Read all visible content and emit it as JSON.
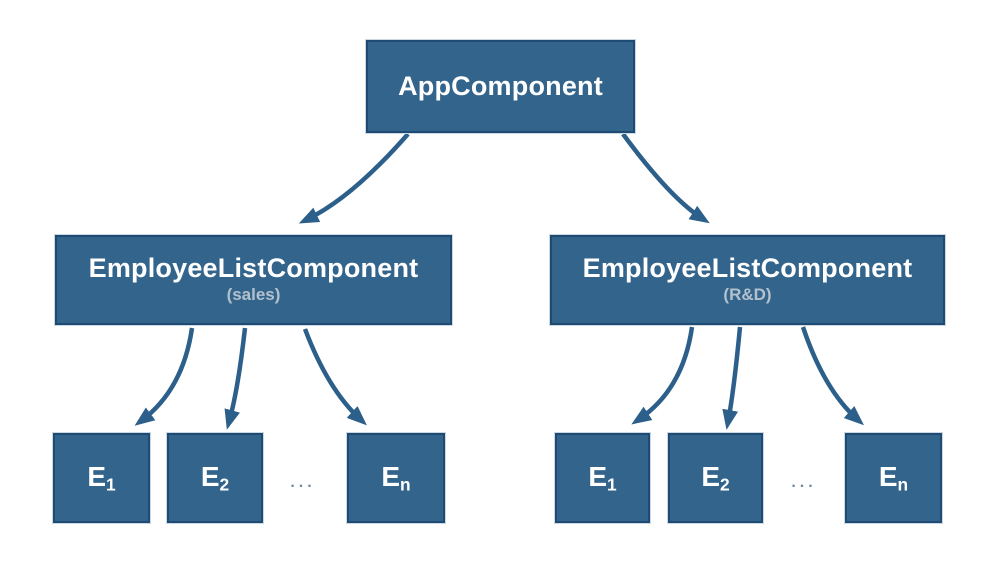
{
  "nodes": {
    "app": {
      "label": "AppComponent"
    },
    "sales": {
      "label": "EmployeeListComponent",
      "sublabel": "(sales)"
    },
    "rd": {
      "label": "EmployeeListComponent",
      "sublabel": "(R&D)"
    },
    "leaves_left": [
      {
        "base": "E",
        "sub": "1"
      },
      {
        "base": "E",
        "sub": "2"
      },
      {
        "base": "E",
        "sub": "n"
      }
    ],
    "leaves_right": [
      {
        "base": "E",
        "sub": "1"
      },
      {
        "base": "E",
        "sub": "2"
      },
      {
        "base": "E",
        "sub": "n"
      }
    ],
    "ellipsis_left": "...",
    "ellipsis_right": "..."
  },
  "colors": {
    "box_fill": "#33648c",
    "box_border": "#1d4b73",
    "box_outline": "#ccd8e1",
    "arrow": "#2d5f8b",
    "title_text": "#ffffff",
    "subtitle_text": "#b3c1cd",
    "ellipsis": "#6d89a3",
    "background": "#ffffff"
  }
}
